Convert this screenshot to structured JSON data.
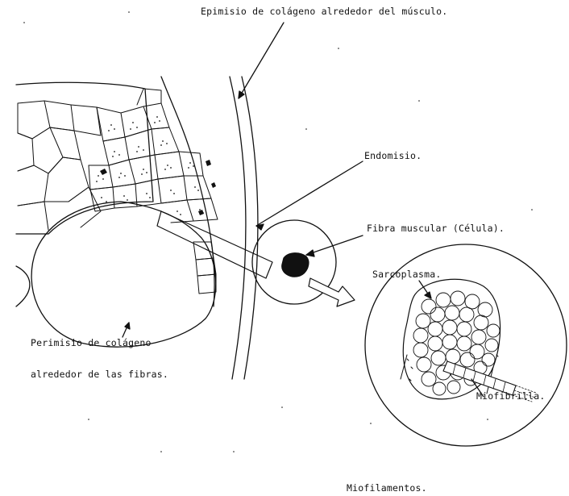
{
  "labels": {
    "epimisio": "Epimisio de colágeno alrededor del músculo.",
    "endomisio": "Endomisio.",
    "fibra": "Fibra muscular (Célula).",
    "sarcoplasma": "Sarcoplasma.",
    "perimisio_line1": "Perimisio de colágeno",
    "perimisio_line2": "alrededor de las fibras.",
    "miofibrilla": "Miofibrilla.",
    "miofilamentos": "Miofilamentos."
  },
  "colors": {
    "ink": "#111111",
    "paper": "#ffffff"
  }
}
